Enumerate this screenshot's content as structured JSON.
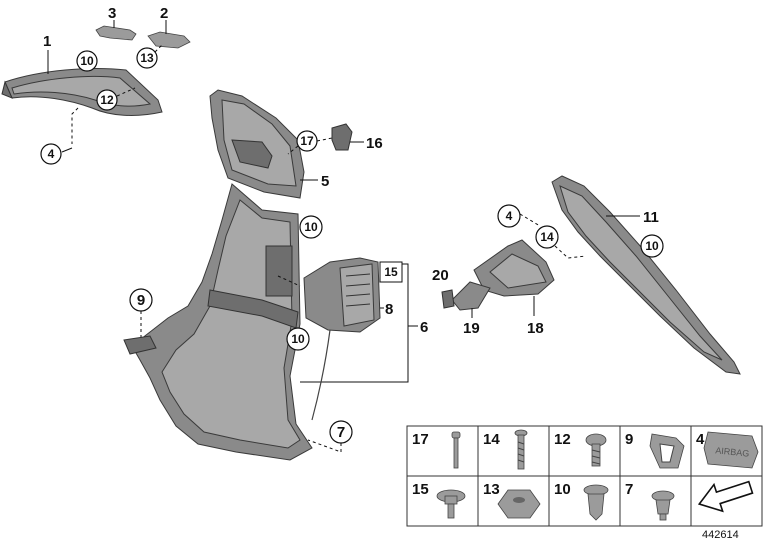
{
  "labels": {
    "p1": "1",
    "p2": "2",
    "p3": "3",
    "p4a": "4",
    "p4b": "4",
    "p5": "5",
    "p6": "6",
    "p7": "7",
    "p8": "8",
    "p9": "9",
    "p10a": "10",
    "p10b": "10",
    "p10c": "10",
    "p10d": "10",
    "p11": "11",
    "p12": "12",
    "p13": "13",
    "p14": "14",
    "p15": "15",
    "p16": "16",
    "p17": "17",
    "p18": "18",
    "p19": "19",
    "p20": "20"
  },
  "table": {
    "row1": [
      "17",
      "14",
      "12",
      "9",
      "4"
    ],
    "row2": [
      "15",
      "13",
      "10",
      "7"
    ]
  },
  "airbag_text": "AIRBAG",
  "diagram_number": "442614",
  "colors": {
    "part": "#8a8a8a",
    "outline": "#3a3a3a"
  }
}
